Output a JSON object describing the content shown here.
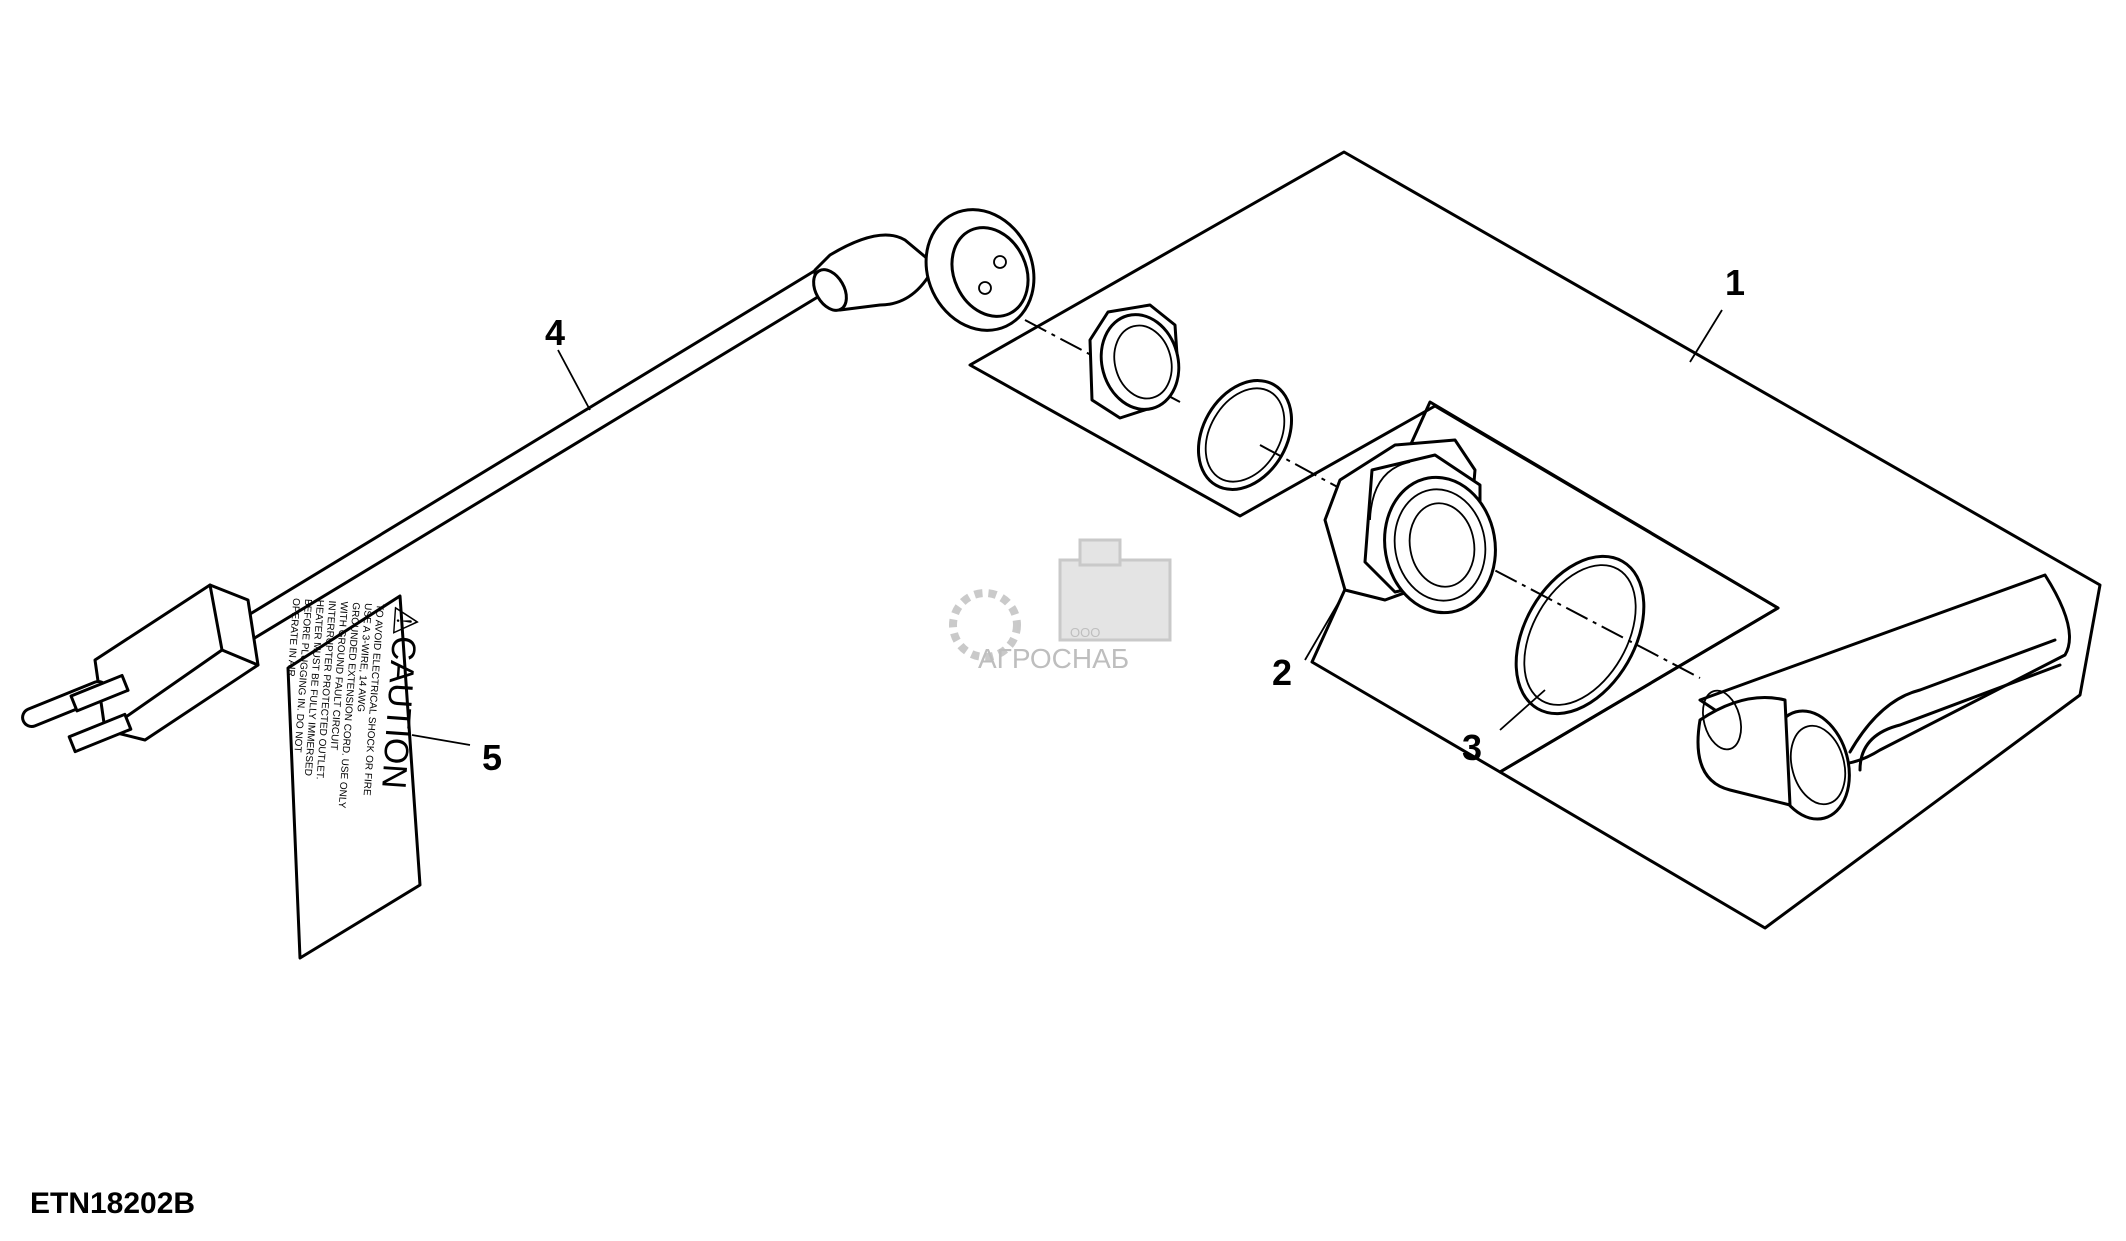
{
  "figure_id": "ETN18202B",
  "callouts": {
    "c1": "1",
    "c2": "2",
    "c3": "3",
    "c4": "4",
    "c5": "5"
  },
  "caution_label": {
    "title": "⚠CAUTION",
    "lines": [
      "TO AVOID ELECTRICAL SHOCK OR FIRE",
      "USE A 3-WIRE, 14 AWG",
      "GROUNDED EXTENSION CORD. USE ONLY",
      "WITH GROUND FAULT CIRCUIT",
      "INTERRUPTER PROTECTED OUTLET.",
      "HEATER MUST BE FULLY IMMERSED",
      "BEFORE PLUGGING IN. DO NOT",
      "OPERATE IN AIR."
    ]
  },
  "watermark": {
    "small": "ООО",
    "brand": "АГРОСНАБ"
  },
  "icons": {
    "watermark_logo": "gear-tractor-logo-icon",
    "warning": "warning-triangle-icon"
  }
}
